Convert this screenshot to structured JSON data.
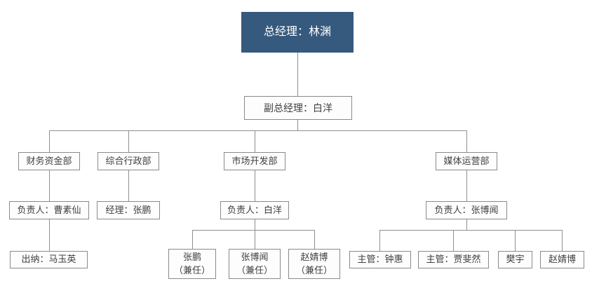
{
  "org_chart": {
    "title": "company-org-chart",
    "root": {
      "label": "总经理：林渊"
    },
    "deputy": {
      "label": "副总经理：白洋"
    },
    "branches": [
      {
        "department": "财务资金部",
        "manager": "负责人：曹素仙",
        "staff": [
          {
            "line1": "出纳：马玉英",
            "line2": ""
          }
        ]
      },
      {
        "department": "综合行政部",
        "manager": "经理：张鹏",
        "staff": []
      },
      {
        "department": "市场开发部",
        "manager": "负责人：白洋",
        "staff": [
          {
            "line1": "张鹏",
            "line2": "（兼任）"
          },
          {
            "line1": "张博闻",
            "line2": "（兼任）"
          },
          {
            "line1": "赵婧博",
            "line2": "（兼任）"
          }
        ]
      },
      {
        "department": "媒体运营部",
        "manager": "负责人：张博闻",
        "staff": [
          {
            "line1": "主管：钟惠",
            "line2": ""
          },
          {
            "line1": "主管：贾斐然",
            "line2": ""
          },
          {
            "line1": "樊宇",
            "line2": ""
          },
          {
            "line1": "赵婧博",
            "line2": ""
          }
        ]
      }
    ],
    "colors": {
      "root_bg": "#36597E",
      "root_text": "#FFFFFF",
      "box_bg": "#FDFDFD",
      "box_border": "#8A8A8A",
      "box_text": "#3F3F3F",
      "connector": "#8F8F8F"
    }
  }
}
